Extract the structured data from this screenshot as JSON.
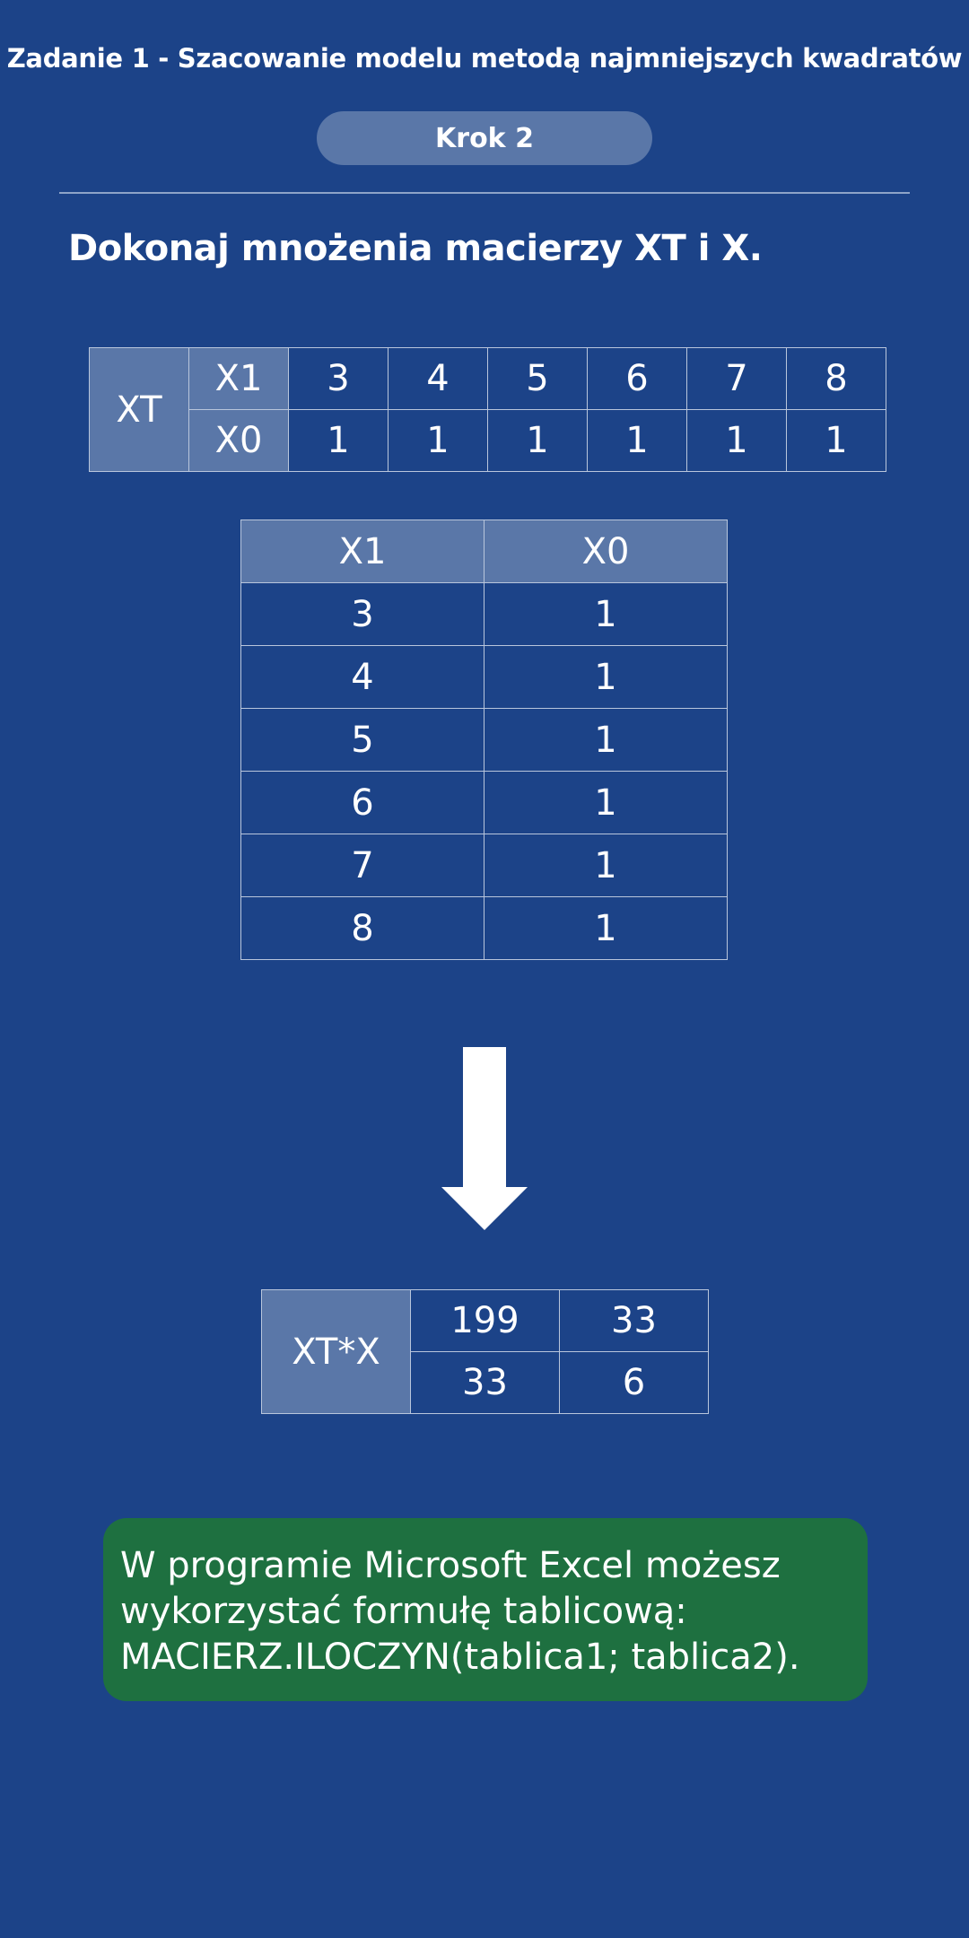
{
  "header": {
    "title": "Zadanie 1 - Szacowanie modelu metodą najmniejszych kwadratów",
    "step_label": "Krok 2"
  },
  "instruction": "Dokonaj mnożenia macierzy XT i X.",
  "xt_matrix": {
    "label": "XT",
    "rows": [
      {
        "name": "X1",
        "values": [
          "3",
          "4",
          "5",
          "6",
          "7",
          "8"
        ]
      },
      {
        "name": "X0",
        "values": [
          "1",
          "1",
          "1",
          "1",
          "1",
          "1"
        ]
      }
    ]
  },
  "x_matrix": {
    "headers": [
      "X1",
      "X0"
    ],
    "rows": [
      [
        "3",
        "1"
      ],
      [
        "4",
        "1"
      ],
      [
        "5",
        "1"
      ],
      [
        "6",
        "1"
      ],
      [
        "7",
        "1"
      ],
      [
        "8",
        "1"
      ]
    ]
  },
  "result_matrix": {
    "label": "XT*X",
    "rows": [
      [
        "199",
        "33"
      ],
      [
        "33",
        "6"
      ]
    ]
  },
  "hint": {
    "lines": [
      "W programie Microsoft Excel możesz",
      "wykorzystać formułę tablicową:",
      "MACIERZ.ILOCZYN(tablica1; tablica2)."
    ]
  },
  "colors": {
    "background": "#1c4388",
    "header_cell": "#5a77a8",
    "hint_box": "#1e7040"
  },
  "icons": {
    "arrow": "arrow-down-icon"
  }
}
